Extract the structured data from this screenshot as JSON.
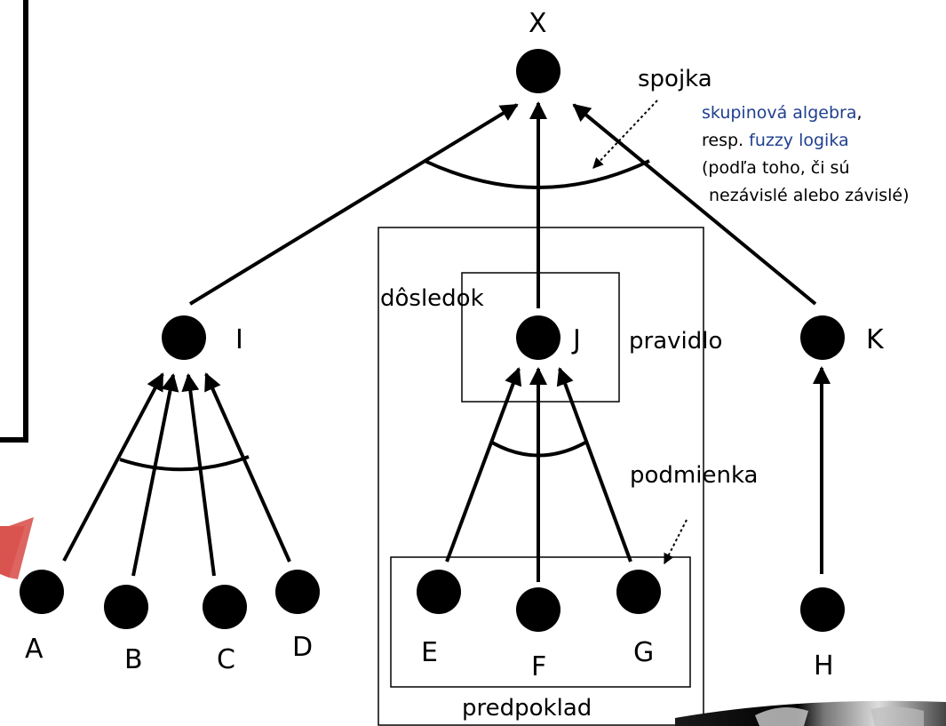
{
  "nodes": {
    "X": "X",
    "I": "I",
    "J": "J",
    "K": "K",
    "A": "A",
    "B": "B",
    "C": "C",
    "D": "D",
    "E": "E",
    "F": "F",
    "G": "G",
    "H": "H"
  },
  "annotations": {
    "spojka": "spojka",
    "note_line1_blue": "skupinová algebra",
    "note_line1_rest": ",",
    "note_line2_black": "resp. ",
    "note_line2_blue": "fuzzy logika",
    "note_line3": "(podľa toho, či sú",
    "note_line4": "nezávislé alebo závislé)",
    "dosledok": "dôsledok",
    "pravidlo": "pravidlo",
    "podmienka": "podmienka",
    "predpoklad": "predpoklad"
  },
  "colors": {
    "node": "#000000",
    "note_blue": "#1f3f8f",
    "warning_red": "#d9534f"
  }
}
